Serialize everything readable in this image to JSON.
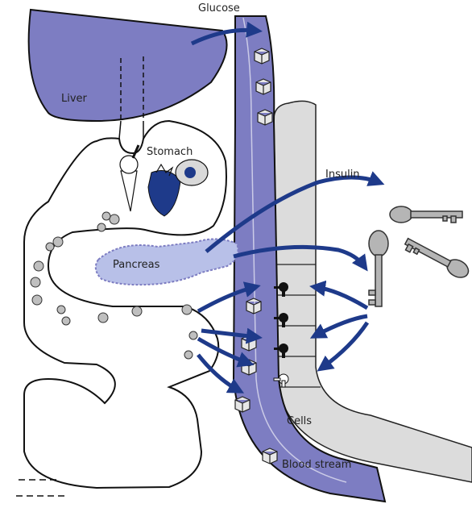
{
  "labels": {
    "glucose": "Glucose",
    "liver": "Liver",
    "stomach": "Stomach",
    "insulin": "Insulin",
    "pancreas": "Pancreas",
    "cells": "Cells",
    "blood_stream": "Blood stream"
  },
  "colors": {
    "organ_blue": "#7d7dc2",
    "dark_blue": "#1e3a8a",
    "cell_grey": "#dcdcdc",
    "pancreas_fill": "#b8c0e8",
    "key_grey": "#b5b5b5",
    "outline": "#111111"
  },
  "icons": {
    "food": "ice-cream-strawberry-cookie",
    "keys": "key-icon",
    "receptors": "keyhole-icon"
  }
}
